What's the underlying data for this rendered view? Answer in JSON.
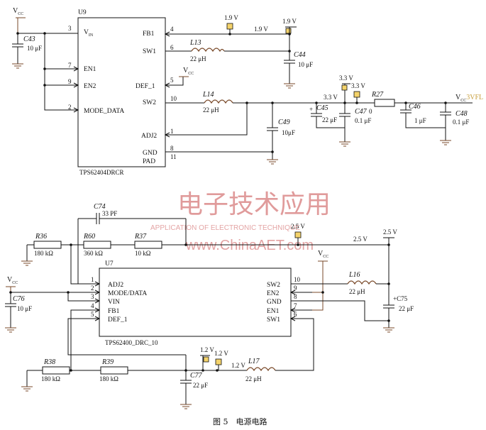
{
  "figure": {
    "caption": "图 5　电源电路"
  },
  "watermark": {
    "cn": "电子技术应用",
    "en": "APPLICATION OF ELECTRONIC TECHNIQUE",
    "url": "www.ChinaAET.com"
  },
  "top": {
    "chip_ref": "U9",
    "chip_part": "TPS62404DRCR",
    "pins_left": {
      "vin": "V",
      "vin_sub": "IN",
      "en1": "EN1",
      "en2": "EN2",
      "mode": "MODE_DATA"
    },
    "pins_right": {
      "fb1": "FB1",
      "sw1": "SW1",
      "def1": "DEF_1",
      "sw2": "SW2",
      "adj2": "ADJ2",
      "gnd": "GND",
      "pad": "PAD"
    },
    "pin_nums": {
      "vin": "3",
      "en1": "7",
      "en2": "9",
      "mode": "2",
      "fb1": "4",
      "sw1": "6",
      "def1": "5",
      "sw2": "10",
      "adj2": "1",
      "gnd": "8",
      "pad": "11"
    },
    "vcc": "V",
    "vcc_sub": "CC",
    "c43": {
      "ref": "C43",
      "val": "10 μF"
    },
    "l13": {
      "ref": "L13",
      "val": "22 μH"
    },
    "l14": {
      "ref": "L14",
      "val": "22 μH"
    },
    "c44": {
      "ref": "C44",
      "val": "10 μF"
    },
    "c49": {
      "ref": "C49",
      "val": "10μF"
    },
    "rail19": {
      "flag": "1.9 V",
      "net": "1.9 V",
      "port": "1.9 V"
    },
    "rail33": {
      "port": "3.3 V",
      "flag": "3.3 V",
      "net": "3.3 V"
    },
    "c45": {
      "ref": "C45",
      "val": "22 μF"
    },
    "c47": {
      "ref": "C47",
      "val": "0.1 μF"
    },
    "r27": {
      "ref": "R27",
      "val": "0"
    },
    "c46": {
      "ref": "C46",
      "val": "1 μF"
    },
    "c48": {
      "ref": "C48",
      "val": "0.1 μF"
    },
    "vcc3vfl": "V",
    "vcc3vfl_sub": "CC",
    "vcc3vfl_tail": "3VFL"
  },
  "bottom": {
    "chip_ref": "U7",
    "chip_part": "TPS62400_DRC_10",
    "pins_left": {
      "adj2": "ADJ2",
      "mode": "MODE/DATA",
      "vin": "VIN",
      "fb1": "FB1",
      "def1": "DEF_1"
    },
    "pins_right": {
      "sw2": "SW2",
      "en2": "EN2",
      "gnd": "GND",
      "en1": "EN1",
      "sw1": "SW1"
    },
    "pin_nums": {
      "adj2": "1",
      "mode": "2",
      "vin": "3",
      "fb1": "4",
      "def1": "5",
      "sw2": "10",
      "en2": "9",
      "gnd": "8",
      "en1": "7",
      "sw1": "6"
    },
    "c74": {
      "ref": "C74",
      "val": "33 PF"
    },
    "r36": {
      "ref": "R36",
      "val": "180 kΩ"
    },
    "r60": {
      "ref": "R60",
      "val": "360 kΩ"
    },
    "r37": {
      "ref": "R37",
      "val": "10 kΩ"
    },
    "rail25": {
      "flag": "2.5 V",
      "net": "2.5 V",
      "port": "2.5 V"
    },
    "vcc": "V",
    "vcc_sub": "CC",
    "vcc_right": "V",
    "vcc_right_sub": "CC",
    "c76": {
      "ref": "C76",
      "val": "10 μF"
    },
    "l16": {
      "ref": "L16",
      "val": "22 μH"
    },
    "c75": {
      "ref": "+C75",
      "val": "22 μF"
    },
    "r38": {
      "ref": "R38",
      "val": "180 kΩ"
    },
    "r39": {
      "ref": "R39",
      "val": "180 kΩ"
    },
    "c77": {
      "ref": "C77",
      "val": "22 μF"
    },
    "l17": {
      "ref": "L17",
      "val": "22 μH"
    },
    "rail12": {
      "port": "1.2 V",
      "flag": "1.2 V",
      "net": "1.2 V"
    }
  }
}
